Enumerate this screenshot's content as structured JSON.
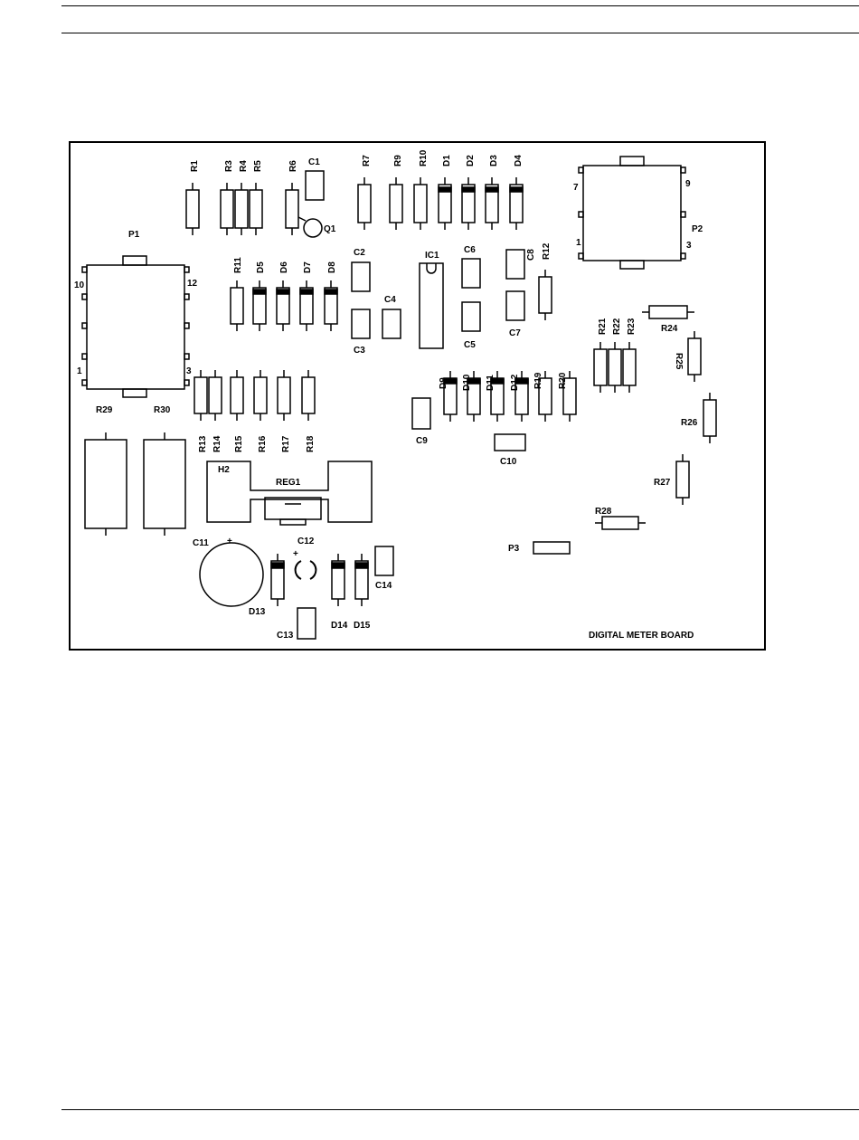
{
  "board_title": "DIGITAL METER BOARD",
  "components": {
    "R1": "R1",
    "R3": "R3",
    "R4": "R4",
    "R5": "R5",
    "R6": "R6",
    "C1": "C1",
    "Q1": "Q1",
    "R7": "R7",
    "R9": "R9",
    "R10": "R10",
    "D1": "D1",
    "D2": "D2",
    "D3": "D3",
    "D4": "D4",
    "P1": "P1",
    "P2": "P2",
    "P3": "P3",
    "R11": "R11",
    "D5": "D5",
    "D6": "D6",
    "D7": "D7",
    "D8": "D8",
    "C2": "C2",
    "C3": "C3",
    "C4": "C4",
    "C5": "C5",
    "C6": "C6",
    "C7": "C7",
    "C8": "C8",
    "IC1": "IC1",
    "R12": "R12",
    "R13": "R13",
    "R14": "R14",
    "R15": "R15",
    "R16": "R16",
    "R17": "R17",
    "R18": "R18",
    "D9": "D9",
    "D10": "D10",
    "D11": "D11",
    "D12": "D12",
    "R19": "R19",
    "R20": "R20",
    "C9": "C9",
    "C10": "C10",
    "R21": "R21",
    "R22": "R22",
    "R23": "R23",
    "R24": "R24",
    "R25": "R25",
    "R26": "R26",
    "R27": "R27",
    "R28": "R28",
    "R29": "R29",
    "R30": "R30",
    "H2": "H2",
    "REG1": "REG1",
    "C11": "C11",
    "C12": "C12",
    "C13": "C13",
    "C14": "C14",
    "D13": "D13",
    "D14": "D14",
    "D15": "D15"
  },
  "pins": {
    "p1_pin10": "10",
    "p1_pin12": "12",
    "p1_pin1": "1",
    "p1_pin3": "3",
    "p2_pin7": "7",
    "p2_pin9": "9",
    "p2_pin1": "1",
    "p2_pin3": "3"
  },
  "polarity": {
    "c11_plus": "+",
    "c12_plus": "+"
  }
}
